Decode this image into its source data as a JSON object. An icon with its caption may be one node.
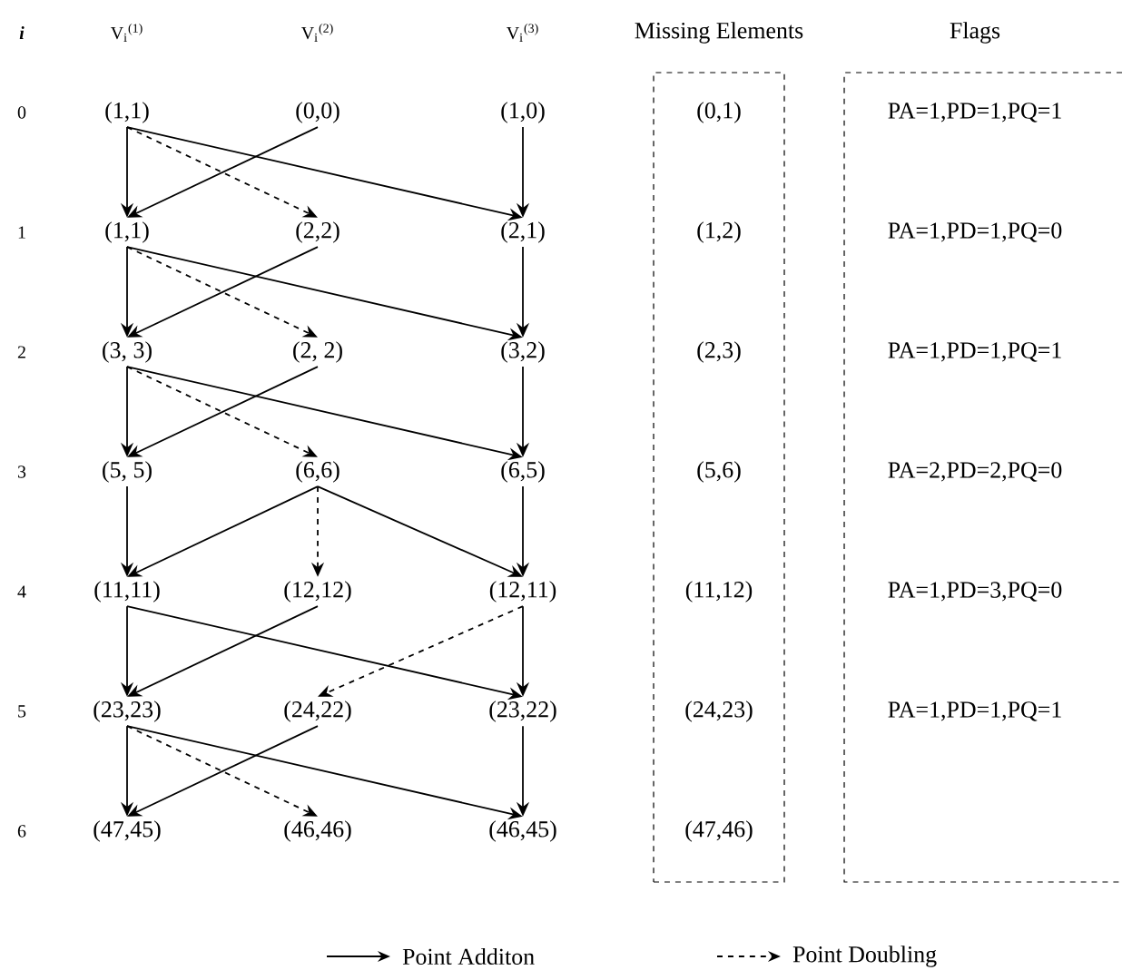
{
  "diagram": {
    "nodes": [
      {
        "text": [
          "(1,1)"
        ]
      },
      {
        "text": [
          "(0,0)"
        ]
      },
      {
        "text": [
          "(1,0)"
        ]
      },
      {
        "text": [
          "(1,1)"
        ]
      },
      {
        "text": [
          "(2,2)"
        ]
      },
      {
        "text": [
          "(2,1)"
        ]
      },
      {
        "text": [
          "(3, 3)"
        ]
      },
      {
        "text": [
          "(2, 2)"
        ]
      },
      {
        "text": [
          "(3,2)"
        ]
      },
      {
        "text": [
          "(5, 5)"
        ]
      },
      {
        "text": [
          "(6,6)"
        ]
      },
      {
        "text": [
          "(6,5)"
        ]
      },
      {
        "text": [
          "(11,11)"
        ]
      },
      {
        "text": [
          "(12,12)"
        ]
      },
      {
        "text": [
          "(12,11)"
        ]
      },
      {
        "text": [
          "(23,23)"
        ]
      },
      {
        "text": [
          "(24,22)"
        ]
      },
      {
        "text": [
          "(23,22)"
        ]
      },
      {
        "text": [
          "(47,45)"
        ]
      },
      {
        "text": [
          "(46,46)"
        ]
      },
      {
        "text": [
          "(46,45)"
        ]
      },
      {
        "text": [
          "Missing Elements",
          "(0,1)",
          "(1,2)",
          "(2,3)",
          "(5,6)",
          "(11,12)",
          "(24,23)",
          "(47,46)"
        ]
      },
      {
        "text": [
          "Flags",
          "PA=1,PD=1,PQ=1",
          "PA=1,PD=1,PQ=0",
          "PA=1,PD=1,PQ=1",
          "PA=2,PD=2,PQ=0",
          "PA=1,PD=3,PQ=0",
          "PA=1,PD=1,PQ=1"
        ]
      }
    ],
    "edges": [
      {
        "from": 0,
        "to": 3,
        "arrow": "to"
      },
      {
        "from": 0,
        "to": 4,
        "arrow": "to",
        "style": "dashed"
      },
      {
        "from": 0,
        "to": 5,
        "arrow": "to"
      },
      {
        "from": 1,
        "to": 3,
        "arrow": "to"
      },
      {
        "from": 2,
        "to": 5,
        "arrow": "to"
      },
      {
        "from": 3,
        "to": 6,
        "arrow": "to"
      },
      {
        "from": 3,
        "to": 7,
        "arrow": "to",
        "style": "dashed"
      },
      {
        "from": 3,
        "to": 8,
        "arrow": "to"
      },
      {
        "from": 4,
        "to": 6,
        "arrow": "to"
      },
      {
        "from": 5,
        "to": 8,
        "arrow": "to"
      },
      {
        "from": 6,
        "to": 9,
        "arrow": "to"
      },
      {
        "from": 6,
        "to": 10,
        "arrow": "to",
        "style": "dashed"
      },
      {
        "from": 6,
        "to": 11,
        "arrow": "to"
      },
      {
        "from": 7,
        "to": 9,
        "arrow": "to"
      },
      {
        "from": 8,
        "to": 11,
        "arrow": "to"
      },
      {
        "from": 9,
        "to": 12,
        "arrow": "to"
      },
      {
        "from": 10,
        "to": 12,
        "arrow": "to"
      },
      {
        "from": 10,
        "to": 13,
        "arrow": "to",
        "style": "dashed"
      },
      {
        "from": 10,
        "to": 14,
        "arrow": "to"
      },
      {
        "from": 11,
        "to": 14,
        "arrow": "to"
      },
      {
        "from": 12,
        "to": 15,
        "arrow": "to"
      },
      {
        "from": 12,
        "to": 17,
        "arrow": "to"
      },
      {
        "from": 13,
        "to": 15,
        "arrow": "to"
      },
      {
        "from": 14,
        "to": 16,
        "arrow": "to",
        "style": "dashed"
      },
      {
        "from": 14,
        "to": 17,
        "arrow": "to"
      },
      {
        "from": 15,
        "to": 18,
        "arrow": "to"
      },
      {
        "from": 15,
        "to": 19,
        "arrow": "to",
        "style": "dashed"
      },
      {
        "from": 15,
        "to": 20,
        "arrow": "to"
      },
      {
        "from": 16,
        "to": 18,
        "arrow": "to"
      },
      {
        "from": 17,
        "to": 20,
        "arrow": "to"
      }
    ],
    "labels": [
      "i",
      "V$_{i}$$^{(1)}$",
      "V$_{i}$$^{(2)}$",
      "V$_{i}$$^{(3)}$",
      "0",
      "1",
      "2",
      "3",
      "4",
      "5",
      "6"
    ],
    "legend": [
      {
        "text": "Point Additon"
      },
      {
        "text": "Point Doubling"
      }
    ]
  }
}
